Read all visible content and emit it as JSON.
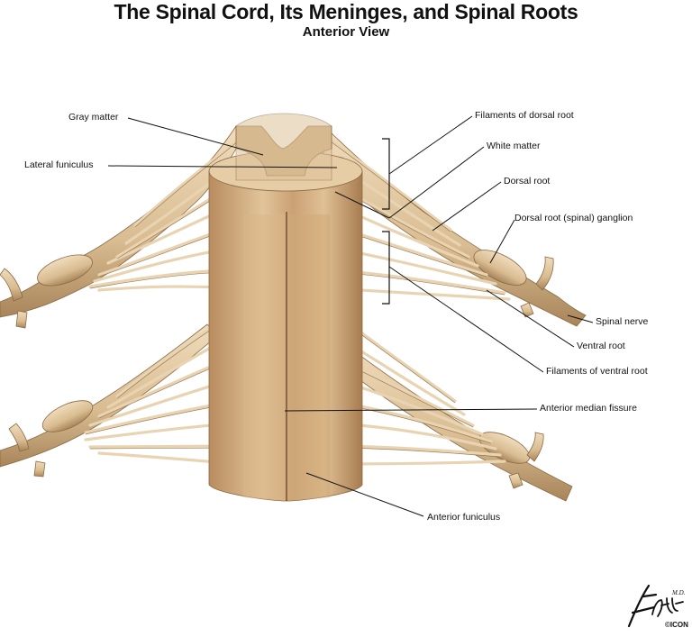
{
  "title": "The Spinal Cord, Its Meninges, and Spinal Roots",
  "subtitle": "Anterior View",
  "labels": {
    "gray_matter": "Gray matter",
    "lateral_funiculus": "Lateral funiculus",
    "filaments_dorsal_root": "Filaments of dorsal root",
    "white_matter": "White matter",
    "dorsal_root": "Dorsal root",
    "dorsal_root_ganglion": "Dorsal root (spinal) ganglion",
    "spinal_nerve": "Spinal nerve",
    "ventral_root": "Ventral root",
    "filaments_ventral_root": "Filaments of ventral root",
    "anterior_median_fissure": "Anterior median fissure",
    "anterior_funiculus": "Anterior funiculus"
  },
  "signature": {
    "artist": "F. Netter M.D.",
    "credit": "©ICON"
  },
  "colors": {
    "cord": "#d9b98e",
    "cord_shadow": "#b48a5c",
    "nerve": "#e3cba5",
    "nerve_shadow": "#a98658",
    "leader_line": "#111111"
  }
}
